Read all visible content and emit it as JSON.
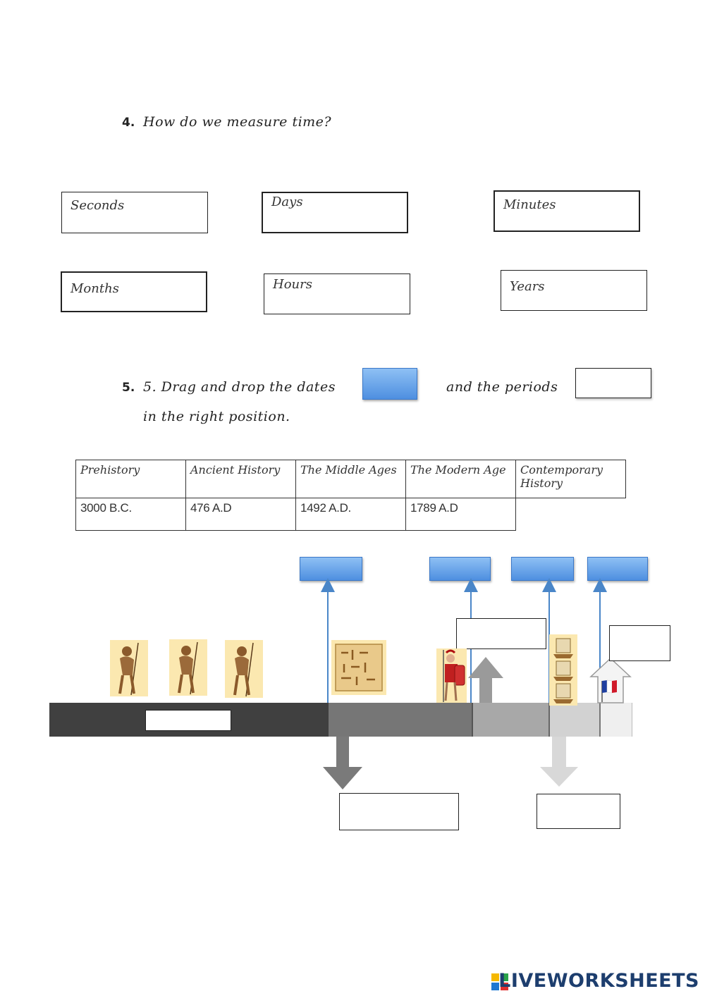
{
  "question4": {
    "number": "4.",
    "text": "How do we measure time?"
  },
  "time_units": [
    "Seconds",
    "Days",
    "Minutes",
    "Months",
    "Hours",
    "Years"
  ],
  "question5": {
    "number": "5.",
    "text_part1": "5.  Drag and drop the dates",
    "text_part2": "and the periods",
    "text_part3": "in the right position."
  },
  "periods_table": {
    "headers": [
      "Prehistory",
      "Ancient History",
      "The Middle Ages",
      "The Modern Age",
      "Contemporary History"
    ],
    "dates": [
      "3000 B.C.",
      "476 A.D",
      "1492 A.D.",
      "1789 A.D"
    ]
  },
  "colors": {
    "date_box": "#5a9be6",
    "prehistory_band": "#404040",
    "ancient_band": "#767676",
    "middle_band": "#a8a8a8",
    "modern_band": "#d2d2d2",
    "contemporary_band": "#efefef",
    "arrow_line": "#4a86c8"
  },
  "icons": {
    "prehistoric_man": "caveman-icon",
    "papyrus": "hieroglyph-scroll-icon",
    "roman_soldier": "roman-soldier-icon",
    "ships": "sailing-ships-icon",
    "french_flag": "french-flag-icon"
  },
  "footer": {
    "brand": "LIVEWORKSHEETS"
  }
}
